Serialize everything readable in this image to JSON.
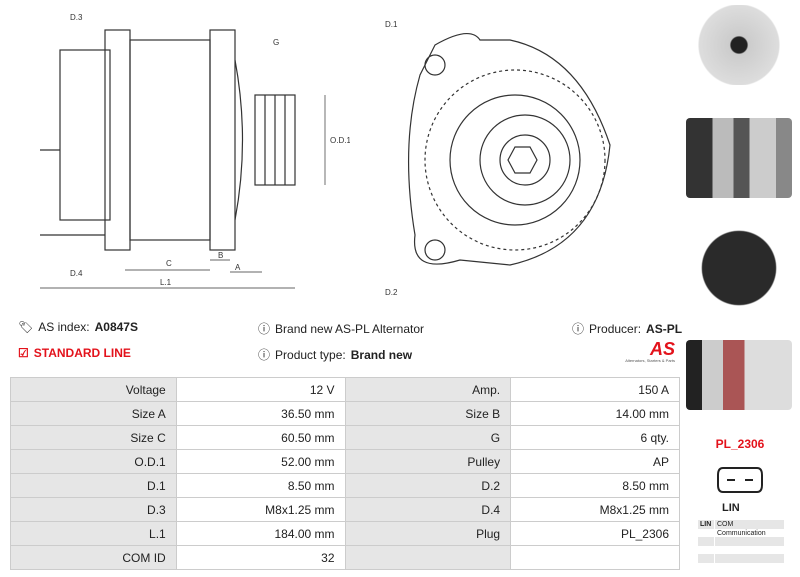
{
  "drawing": {
    "labels": [
      "D.3",
      "G",
      "O.D.1",
      "D.4",
      "C",
      "B",
      "A",
      "L.1",
      "D.1",
      "D.2"
    ]
  },
  "info": {
    "as_index_label": "AS index:",
    "as_index_value": "A0847S",
    "line": "STANDARD LINE",
    "description": "Brand new AS-PL Alternator",
    "product_type_label": "Product type:",
    "product_type_value": "Brand new",
    "producer_label": "Producer:",
    "producer_value": "AS-PL",
    "logo_text": "AS",
    "logo_tagline": "Alternators, Starters & Parts"
  },
  "specs": [
    [
      "Voltage",
      "12 V",
      "Amp.",
      "150 A"
    ],
    [
      "Size A",
      "36.50 mm",
      "Size B",
      "14.00 mm"
    ],
    [
      "Size C",
      "60.50 mm",
      "G",
      "6 qty."
    ],
    [
      "O.D.1",
      "52.00 mm",
      "Pulley",
      "AP"
    ],
    [
      "D.1",
      "8.50 mm",
      "D.2",
      "8.50 mm"
    ],
    [
      "D.3",
      "M8x1.25 mm",
      "D.4",
      "M8x1.25 mm"
    ],
    [
      "L.1",
      "184.00 mm",
      "Plug",
      "PL_2306"
    ],
    [
      "COM ID",
      "32",
      "",
      ""
    ]
  ],
  "plug": {
    "code": "PL_2306",
    "type": "LIN",
    "pins": [
      [
        "LIN",
        "COM Communication"
      ],
      [
        "",
        ""
      ],
      [
        "",
        ""
      ]
    ]
  },
  "colors": {
    "accent": "#e3121b",
    "label_bg": "#e6e6e6"
  }
}
